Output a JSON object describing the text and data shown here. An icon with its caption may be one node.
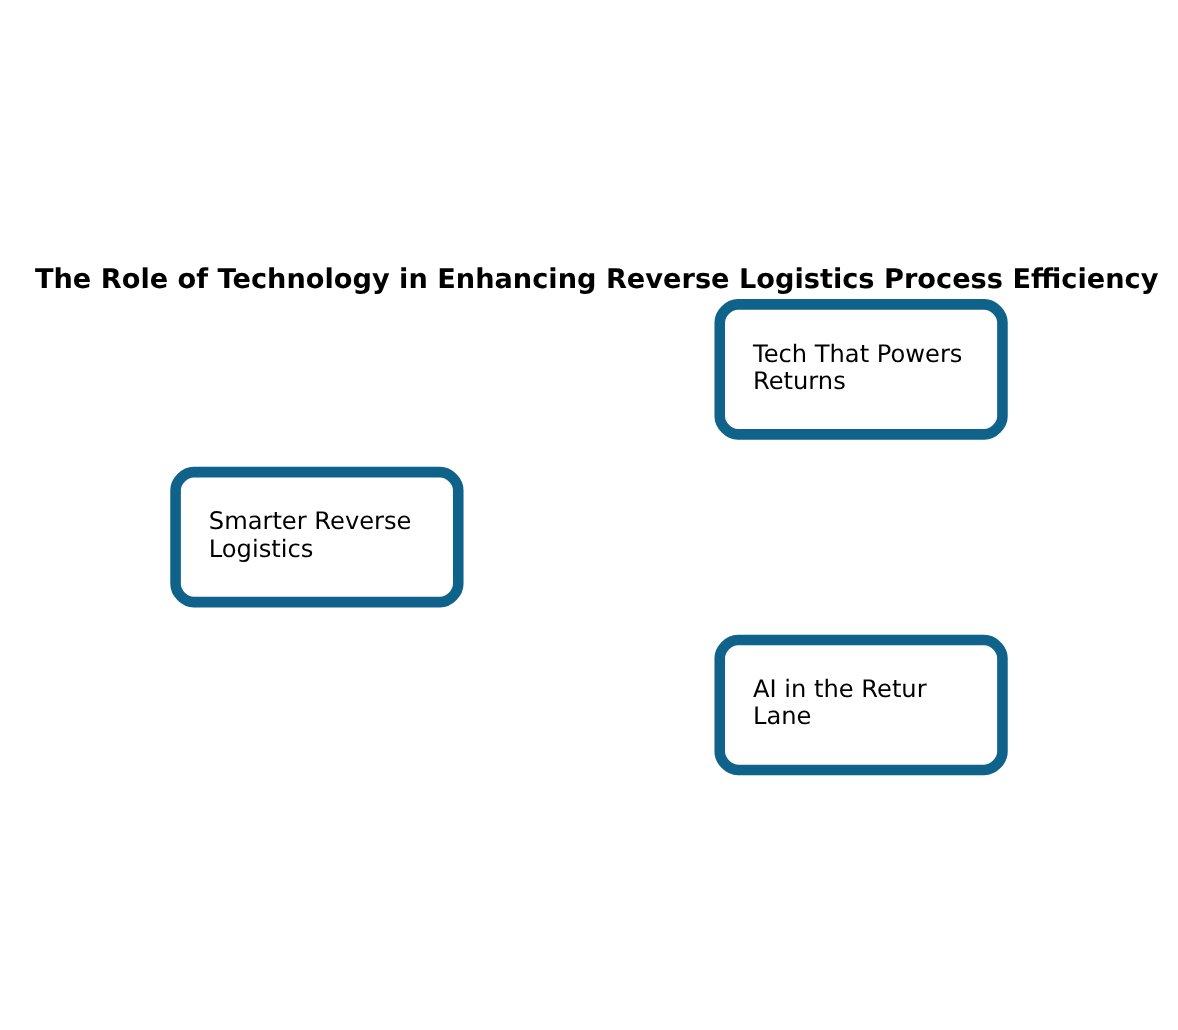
{
  "diagram": {
    "title": "The Role of Technology in Enhancing Reverse Logistics Process Efficiency",
    "nodes": [
      {
        "text": [
          "Tech That Powers Returns"
        ]
      },
      {
        "text": [
          "Smarter Reverse Logistics"
        ]
      },
      {
        "text": [
          "AI in the Retur Lane"
        ]
      }
    ]
  }
}
